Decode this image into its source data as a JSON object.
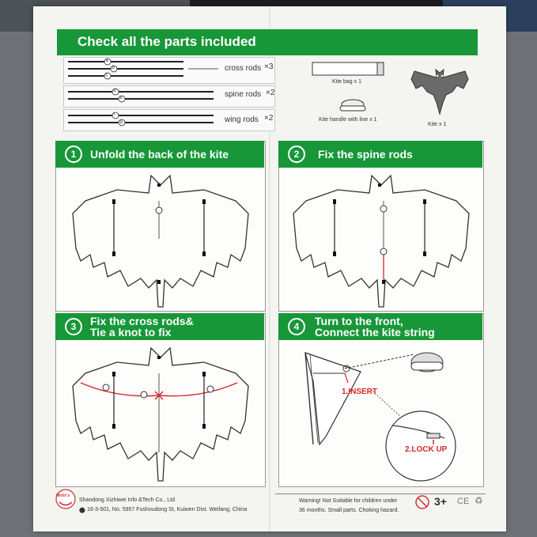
{
  "header": {
    "title": "Check all the parts included"
  },
  "parts": {
    "cross_rods": "cross rods",
    "cross_qty": "×3",
    "spine_rods": "spine rods",
    "spine_qty": "×2",
    "wing_rods": "wing rods",
    "wing_qty": "×2",
    "kite_bag": "Kite bag x 1",
    "kite_handle": "Kite handle with line x 1",
    "kite": "Kite x 1",
    "rod_letters": [
      "a",
      "b",
      "c",
      "d",
      "e",
      "f",
      "g"
    ]
  },
  "steps": [
    {
      "num": "1",
      "title": "Unfold the back of the kite"
    },
    {
      "num": "2",
      "title": "Fix the spine rods"
    },
    {
      "num": "3",
      "title_line1": "Fix the cross rods&",
      "title_line2": "Tie a knot to fix"
    },
    {
      "num": "4",
      "title_line1": "Turn to the front,",
      "title_line2": "Connect the kite string"
    }
  ],
  "step4": {
    "insert": "1.INSERT",
    "lock": "2.LOCK UP"
  },
  "footer": {
    "brand": "Mintx's",
    "company": "Shandong Xizhiwei Info &Tech Co., Ltd",
    "address": "16-3-501, No. 5957 Fushoudong St, Kuiwen Dist. Weifang, China",
    "warning_line1": "Warning! Not Suitable for children under",
    "warning_line2": "36 months. Small parts. Choking hazard.",
    "age": "3+",
    "ce": "CE"
  },
  "colors": {
    "green": "#179738",
    "red": "#d62828"
  }
}
